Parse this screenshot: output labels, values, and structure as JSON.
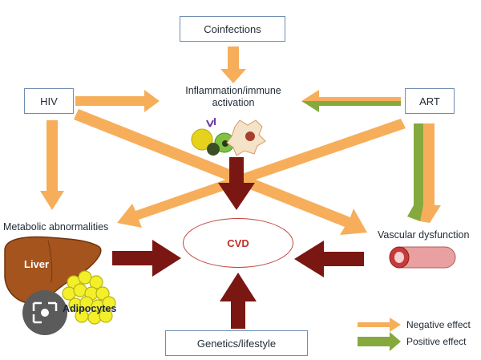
{
  "nodes": {
    "coinfections": "Coinfections",
    "hiv": "HIV",
    "art": "ART",
    "inflammation": "Inflammation/immune\nactivation",
    "metabolic": "Metabolic abnormalities",
    "vascular": "Vascular dysfunction",
    "cvd": "CVD",
    "genetics": "Genetics/lifestyle",
    "liver": "Liver",
    "adipocytes": "Adipocytes"
  },
  "legend": {
    "negative": "Negative effect",
    "positive": "Positive effect"
  },
  "colors": {
    "negative_orange": "#f6ae5b",
    "positive_green": "#86a93d",
    "cvd_arrow_maroon": "#7a1713",
    "box_border": "#6f8db2"
  }
}
